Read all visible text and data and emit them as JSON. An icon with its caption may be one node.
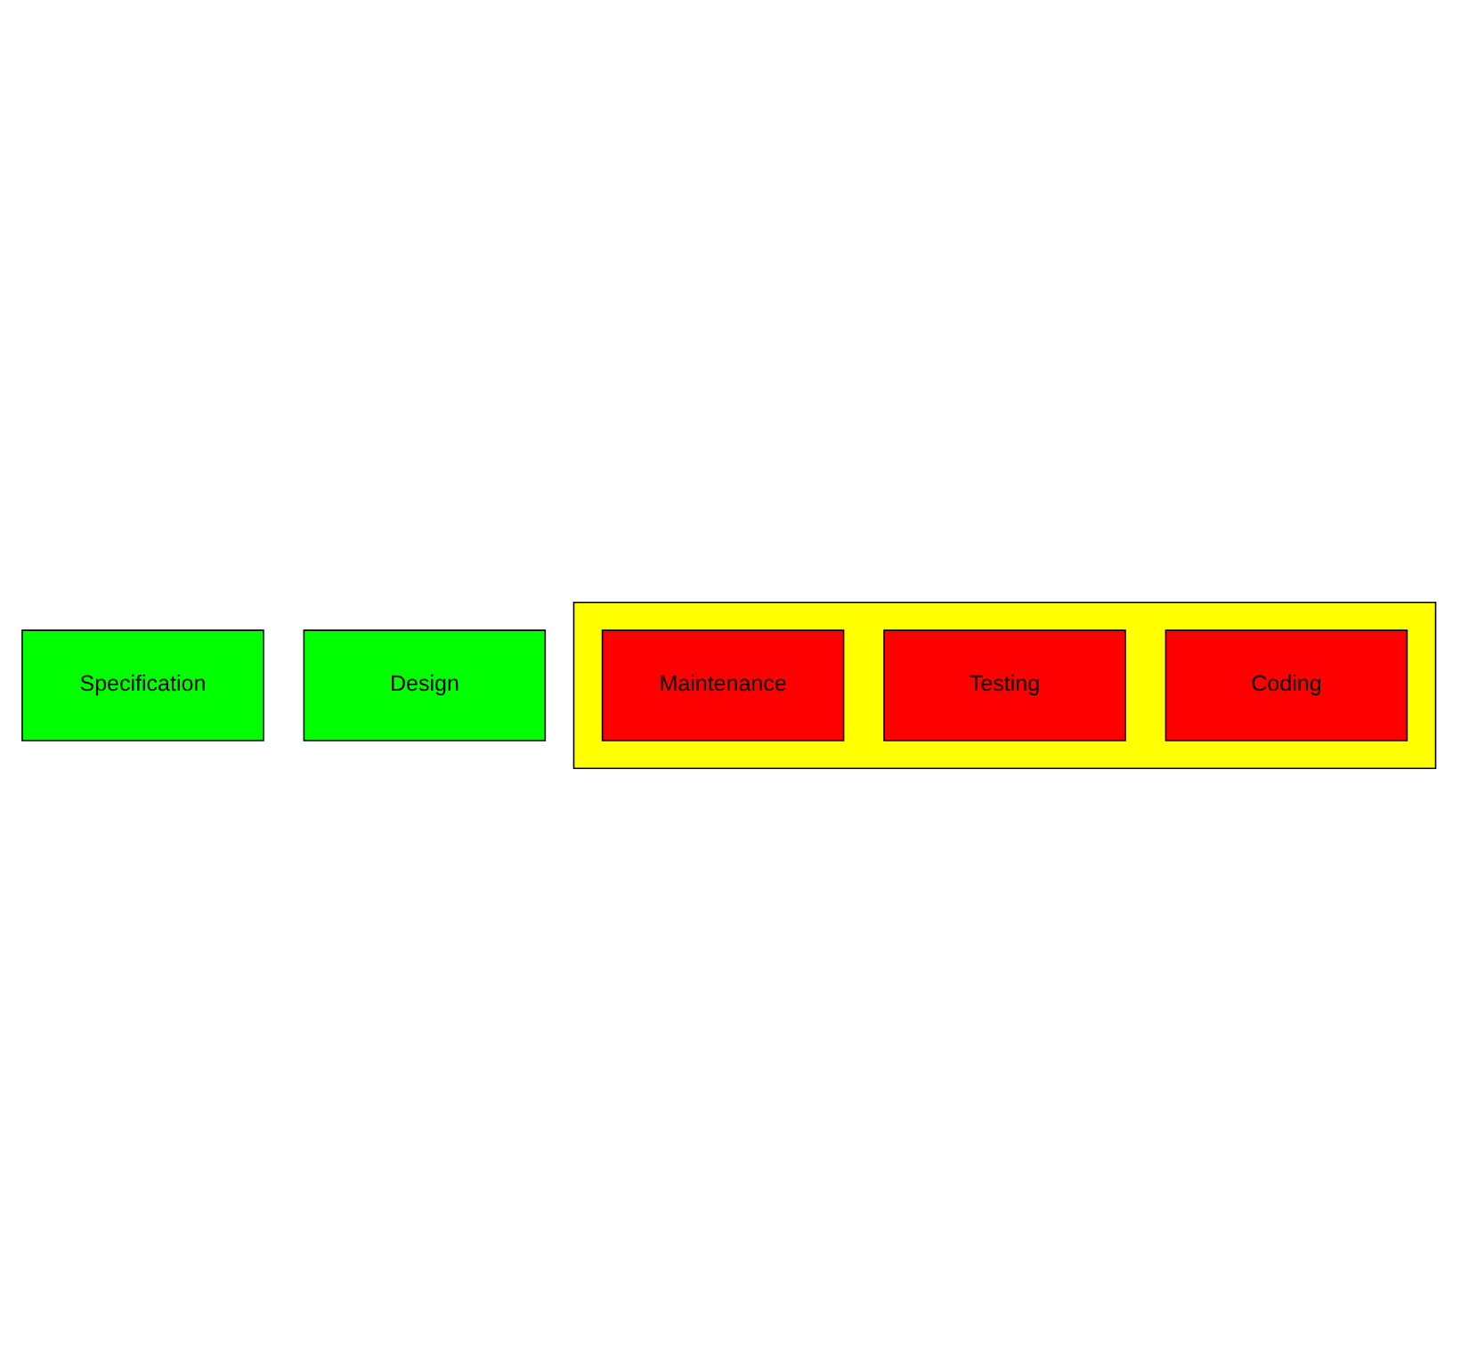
{
  "diagram": {
    "nodes": [
      {
        "text": [
          "Specification"
        ]
      },
      {
        "text": [
          "Design"
        ]
      },
      {
        "text": [],
        "shape": "box"
      },
      {
        "text": [
          "Coding"
        ],
        "in": 2
      },
      {
        "text": [
          "Testing"
        ],
        "in": 2
      },
      {
        "text": [
          "Maintenance"
        ],
        "in": 2
      }
    ]
  }
}
